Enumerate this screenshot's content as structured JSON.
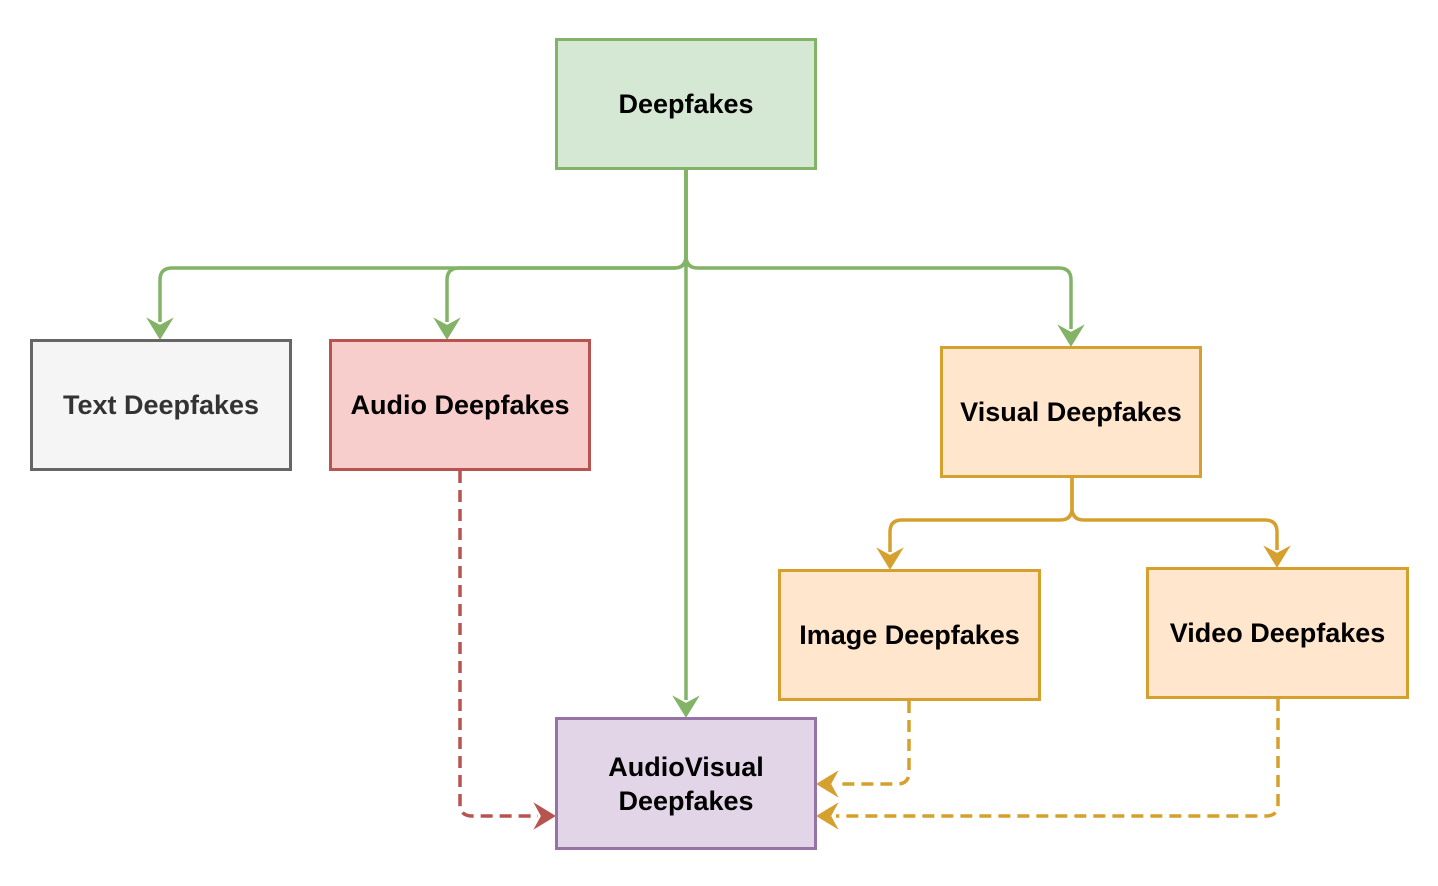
{
  "colors": {
    "green_fill": "#d5e8d4",
    "green_stroke": "#82b366",
    "gray_fill": "#f5f5f5",
    "gray_stroke": "#666666",
    "red_fill": "#f8cecc",
    "red_stroke": "#b85450",
    "orange_fill": "#ffe6cc",
    "orange_stroke": "#d6a02f",
    "purple_fill": "#e1d5e7",
    "purple_stroke": "#9673a6"
  },
  "nodes": {
    "root": {
      "label": "Deepfakes",
      "fill": "#d5e8d4",
      "stroke": "#82b366"
    },
    "text": {
      "label": "Text Deepfakes",
      "fill": "#f5f5f5",
      "stroke": "#666666"
    },
    "audio": {
      "label": "Audio Deepfakes",
      "fill": "#f8cecc",
      "stroke": "#b85450"
    },
    "visual": {
      "label": "Visual Deepfakes",
      "fill": "#ffe6cc",
      "stroke": "#d6a02f"
    },
    "image": {
      "label": "Image Deepfakes",
      "fill": "#ffe6cc",
      "stroke": "#d6a02f"
    },
    "video": {
      "label": "Video Deepfakes",
      "fill": "#ffe6cc",
      "stroke": "#d6a02f"
    },
    "av": {
      "label": "AudioVisual\nDeepfakes",
      "fill": "#e1d5e7",
      "stroke": "#9673a6"
    }
  },
  "edges": [
    {
      "from": "root",
      "to": "text",
      "style": "solid",
      "color": "#82b366"
    },
    {
      "from": "root",
      "to": "audio",
      "style": "solid",
      "color": "#82b366"
    },
    {
      "from": "root",
      "to": "av",
      "style": "solid",
      "color": "#82b366"
    },
    {
      "from": "root",
      "to": "visual",
      "style": "solid",
      "color": "#82b366"
    },
    {
      "from": "visual",
      "to": "image",
      "style": "solid",
      "color": "#d6a02f"
    },
    {
      "from": "visual",
      "to": "video",
      "style": "solid",
      "color": "#d6a02f"
    },
    {
      "from": "audio",
      "to": "av",
      "style": "dashed",
      "color": "#b85450"
    },
    {
      "from": "image",
      "to": "av",
      "style": "dashed",
      "color": "#d6a02f"
    },
    {
      "from": "video",
      "to": "av",
      "style": "dashed",
      "color": "#d6a02f"
    }
  ]
}
